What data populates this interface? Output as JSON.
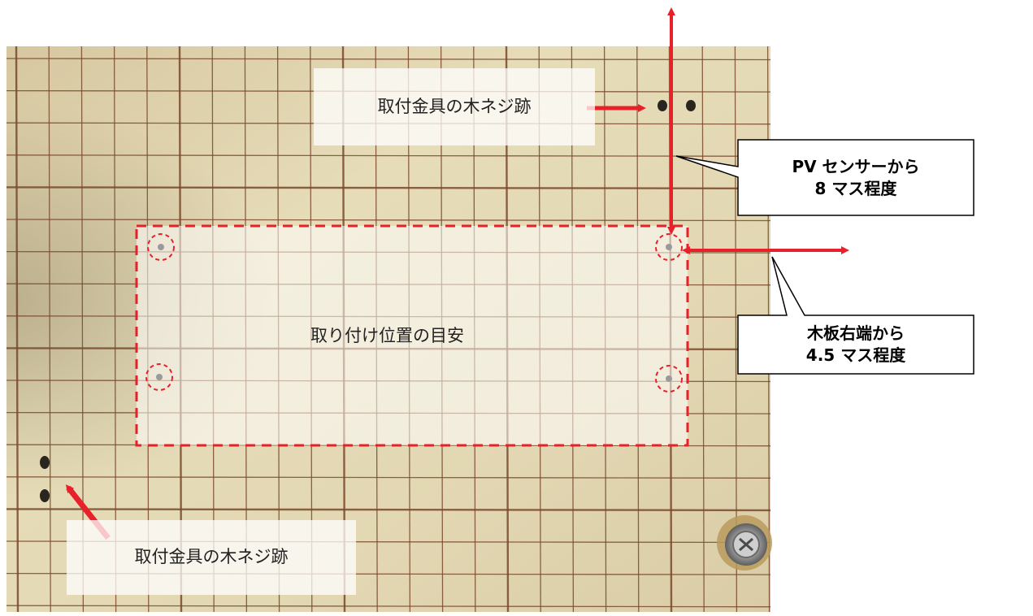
{
  "labels": {
    "screw_marks_top": "取付金具の木ネジ跡",
    "screw_marks_bottom": "取付金具の木ネジ跡",
    "mounting_guide": "取り付け位置の目安"
  },
  "callouts": {
    "from_pv_sensor": {
      "line1": "PV センサーから",
      "line2": "8 マス程度"
    },
    "from_board_right_edge": {
      "line1": "木板右端から",
      "line2": "4.5 マス程度"
    }
  },
  "colors": {
    "board": "#e4d9b4",
    "grid_line": "#7a4a2c",
    "annotation_red": "#e8202a",
    "callout_border": "#000000"
  }
}
